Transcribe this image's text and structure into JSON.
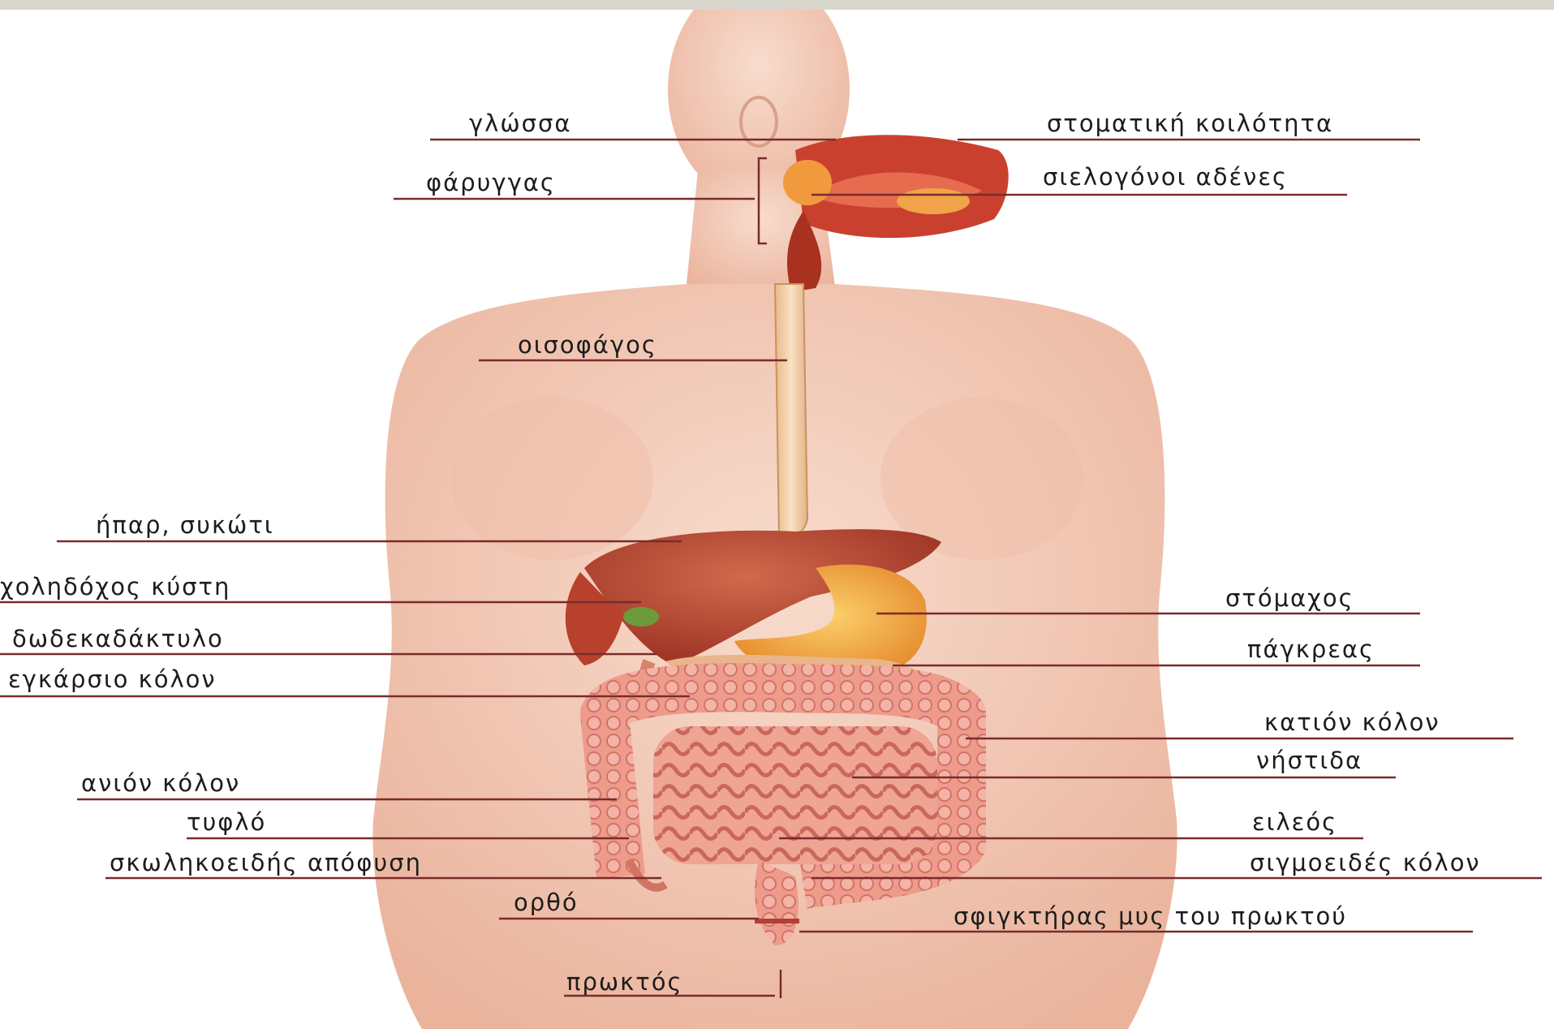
{
  "labels": {
    "glossa": "γλώσσα",
    "stomatiki": "στοματική κοιλότητα",
    "faryggas": "φάρυγγας",
    "sielogonoi": "σιελογόνοι αδένες",
    "oisofagos": "οισοφάγος",
    "ipar": "ήπαρ, συκώτι",
    "cholidochos": "χοληδόχος κύστη",
    "stomachos": "στόμαχος",
    "dodekadaktylo": "δωδεκαδάκτυλο",
    "pagkreas": "πάγκρεας",
    "egkarsio": "εγκάρσιο κόλον",
    "kation": "κατιόν κόλον",
    "nistida": "νήστιδα",
    "anion": "ανιόν κόλον",
    "tyflo": "τυφλό",
    "eileos": "ειλεός",
    "skolikoeidis": "σκωληκοειδής απόφυση",
    "sigmoeides": "σιγμοειδές κόλον",
    "ortho": "ορθό",
    "sfigktiras": "σφιγκτήρας μυς του πρωκτού",
    "proktos": "πρωκτός"
  },
  "colors": {
    "skin": "#f3cdbb",
    "leader_line": "#7a2b2b",
    "liver": "#b4432e",
    "stomach": "#f2a23a",
    "intestine": "#e88a7a",
    "esophagus": "#f1d2a6"
  }
}
